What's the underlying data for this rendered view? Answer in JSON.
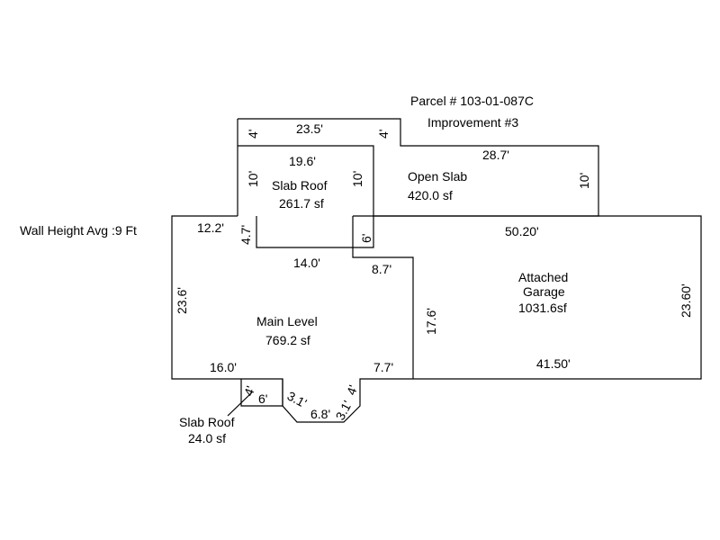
{
  "header": {
    "parcel": "Parcel # 103-01-087C",
    "improvement": "Improvement #3"
  },
  "wall_height": "Wall Height Avg :9 Ft",
  "areas": {
    "slab_roof_top": {
      "name": "Slab Roof",
      "area": "261.7 sf"
    },
    "open_slab": {
      "name": "Open Slab",
      "area": "420.0 sf"
    },
    "main_level": {
      "name": "Main Level",
      "area": "769.2 sf"
    },
    "garage": {
      "name_line1": "Attached",
      "name_line2": "Garage",
      "area": "1031.6sf"
    },
    "slab_roof_small": {
      "name": "Slab Roof",
      "area": "24.0 sf"
    }
  },
  "dimensions": {
    "top_left_4": "4'",
    "top_23_5": "23.5'",
    "top_right_4": "4'",
    "slab_19_6": "19.6'",
    "slab_left_10": "10'",
    "slab_right_10": "10'",
    "open_28_7": "28.7'",
    "open_right_10": "10'",
    "main_12_2": "12.2'",
    "main_4_7": "4.7'",
    "main_14_0": "14.0'",
    "garage_6": "6'",
    "main_8_7": "8.7'",
    "garage_50_20": "50.20'",
    "main_23_6": "23.6'",
    "garage_17_6": "17.6'",
    "garage_23_60": "23.60'",
    "main_16_0": "16.0'",
    "main_7_7": "7.7'",
    "garage_41_50": "41.50'",
    "bay_4_left": "4'",
    "bay_6": "6'",
    "bay_3_1_left": "3.1'",
    "bay_6_8": "6.8'",
    "bay_3_1_right": "3.1'",
    "bay_4_right": "4'"
  }
}
